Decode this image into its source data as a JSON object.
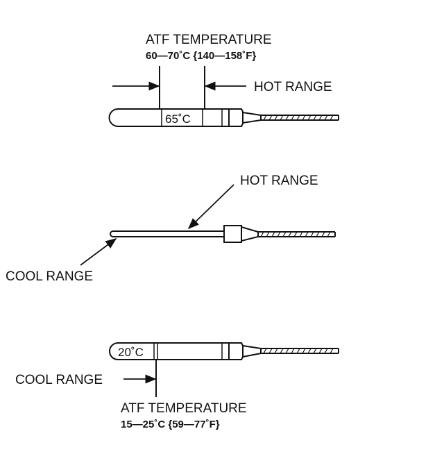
{
  "top": {
    "title": "ATF TEMPERATURE",
    "range": "60—70˚C {140—158˚F}",
    "hot_label": "HOT RANGE",
    "tip_value": "65˚C"
  },
  "middle": {
    "hot_label": "HOT RANGE",
    "cool_label": "COOL RANGE"
  },
  "bottom": {
    "tip_value": "20˚C",
    "cool_label": "COOL RANGE",
    "title": "ATF TEMPERATURE",
    "range": "15—25˚C {59—77˚F}"
  }
}
